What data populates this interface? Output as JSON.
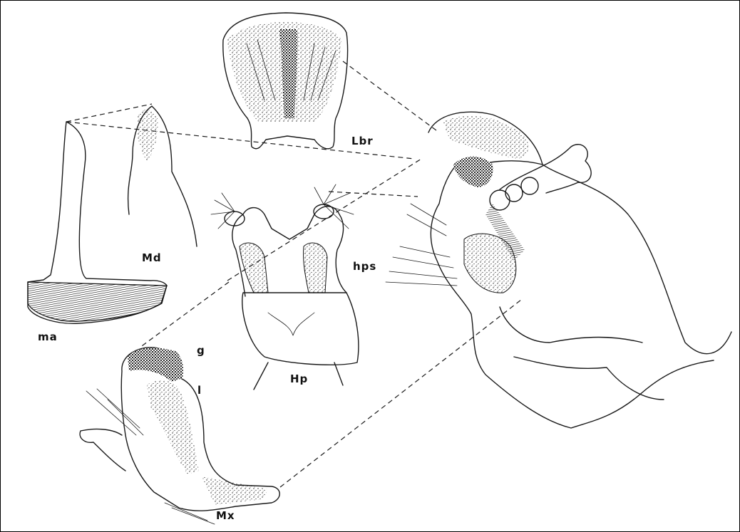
{
  "figure": {
    "labels": {
      "lbr": "Lbr",
      "md": "Md",
      "ma": "ma",
      "hps": "hps",
      "hp": "Hp",
      "g": "g",
      "l": "l",
      "mx": "Mx"
    }
  }
}
